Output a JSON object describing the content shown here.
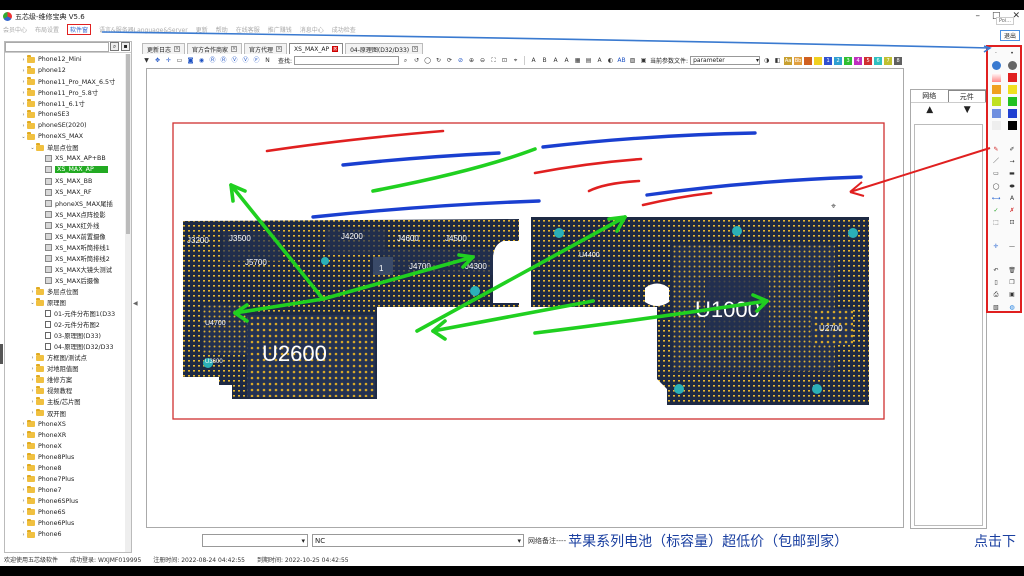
{
  "window": {
    "title": "五芯级-维修宝典 V5.6",
    "popup_tip": "Poi..."
  },
  "menu": {
    "items": [
      "会员中心",
      "布局设置",
      "软件窗",
      "语言&服务器Language&Server",
      "更新",
      "帮助",
      "在线客服",
      "推广赚钱",
      "消息中心",
      "成功检查"
    ],
    "exit_label": "退出"
  },
  "tree": {
    "items": [
      {
        "label": "Phone12_Mini",
        "indent": 2,
        "type": "folder",
        "expand": ">"
      },
      {
        "label": "phone12",
        "indent": 2,
        "type": "folder",
        "expand": ">"
      },
      {
        "label": "Phone11_Pro_MAX_6.5寸",
        "indent": 2,
        "type": "folder",
        "expand": ">"
      },
      {
        "label": "Phone11_Pro_5.8寸",
        "indent": 2,
        "type": "folder",
        "expand": ">"
      },
      {
        "label": "Phone11_6.1寸",
        "indent": 2,
        "type": "folder",
        "expand": ">"
      },
      {
        "label": "PhoneSE3",
        "indent": 2,
        "type": "folder",
        "expand": ">"
      },
      {
        "label": "phoneSE(2020)",
        "indent": 2,
        "type": "folder",
        "expand": ">"
      },
      {
        "label": "PhoneXS_MAX",
        "indent": 2,
        "type": "folder",
        "expand": "v"
      },
      {
        "label": "单层点位图",
        "indent": 3,
        "type": "folder",
        "expand": "v"
      },
      {
        "label": "XS_MAX_AP+BB",
        "indent": 4,
        "type": "file",
        "expand": ""
      },
      {
        "label": "XS_MAX_AP",
        "indent": 4,
        "type": "file",
        "expand": "",
        "selected": true
      },
      {
        "label": "XS_MAX_BB",
        "indent": 4,
        "type": "file",
        "expand": ""
      },
      {
        "label": "XS_MAX_RF",
        "indent": 4,
        "type": "file",
        "expand": ""
      },
      {
        "label": "phoneXS_MAX尾插",
        "indent": 4,
        "type": "file",
        "expand": ""
      },
      {
        "label": "XS_MAX点阵投影",
        "indent": 4,
        "type": "file",
        "expand": ""
      },
      {
        "label": "XS_MAX红外线",
        "indent": 4,
        "type": "file",
        "expand": ""
      },
      {
        "label": "XS_MAX前置摄像",
        "indent": 4,
        "type": "file",
        "expand": ""
      },
      {
        "label": "XS_MAX听筒排线1",
        "indent": 4,
        "type": "file",
        "expand": ""
      },
      {
        "label": "XS_MAX听筒排线2",
        "indent": 4,
        "type": "file",
        "expand": ""
      },
      {
        "label": "XS_MAX大镜头测试",
        "indent": 4,
        "type": "file",
        "expand": ""
      },
      {
        "label": "XS_MAX后摄像",
        "indent": 4,
        "type": "file",
        "expand": ""
      },
      {
        "label": "多层点位图",
        "indent": 3,
        "type": "folder",
        "expand": ">"
      },
      {
        "label": "原理图",
        "indent": 3,
        "type": "folder",
        "expand": "v"
      },
      {
        "label": "01-元件分布图1(D33",
        "indent": 4,
        "type": "doc",
        "expand": ""
      },
      {
        "label": "02-元件分布图2",
        "indent": 4,
        "type": "doc",
        "expand": ""
      },
      {
        "label": "03-原理图(D33)",
        "indent": 4,
        "type": "doc",
        "expand": ""
      },
      {
        "label": "04-原理图(D32/D33",
        "indent": 4,
        "type": "doc",
        "expand": ""
      },
      {
        "label": "方框图/测试点",
        "indent": 3,
        "type": "folder",
        "expand": ">"
      },
      {
        "label": "对地阻值图",
        "indent": 3,
        "type": "folder",
        "expand": ">"
      },
      {
        "label": "维修方案",
        "indent": 3,
        "type": "folder",
        "expand": ">"
      },
      {
        "label": "视频教程",
        "indent": 3,
        "type": "folder",
        "expand": ">"
      },
      {
        "label": "主板/芯片图",
        "indent": 3,
        "type": "folder",
        "expand": ">"
      },
      {
        "label": "双开图",
        "indent": 3,
        "type": "folder",
        "expand": ">"
      },
      {
        "label": "PhoneXS",
        "indent": 2,
        "type": "folder",
        "expand": ">"
      },
      {
        "label": "PhoneXR",
        "indent": 2,
        "type": "folder",
        "expand": ">"
      },
      {
        "label": "PhoneX",
        "indent": 2,
        "type": "folder",
        "expand": ">"
      },
      {
        "label": "Phone8Plus",
        "indent": 2,
        "type": "folder",
        "expand": ">"
      },
      {
        "label": "Phone8",
        "indent": 2,
        "type": "folder",
        "expand": ">"
      },
      {
        "label": "Phone7Plus",
        "indent": 2,
        "type": "folder",
        "expand": ">"
      },
      {
        "label": "Phone7",
        "indent": 2,
        "type": "folder",
        "expand": ">"
      },
      {
        "label": "Phone6SPlus",
        "indent": 2,
        "type": "folder",
        "expand": ">"
      },
      {
        "label": "Phone6S",
        "indent": 2,
        "type": "folder",
        "expand": ">"
      },
      {
        "label": "Phone6Plus",
        "indent": 2,
        "type": "folder",
        "expand": ">"
      },
      {
        "label": "Phone6",
        "indent": 2,
        "type": "folder",
        "expand": ">"
      }
    ]
  },
  "tabs": [
    {
      "label": "更新日志",
      "active": false
    },
    {
      "label": "官方合作商家",
      "active": false
    },
    {
      "label": "官方代理",
      "active": false
    },
    {
      "label": "XS_MAX_AP",
      "active": true
    },
    {
      "label": "04-原理图(D32/D33)",
      "active": false
    }
  ],
  "toolbar": {
    "find_label": "查找:",
    "param_label": "当前参数文件:",
    "param_value": "parameter",
    "icons": [
      "cursor-icon",
      "move-icon",
      "pan-icon",
      "select-icon",
      "layer-icon",
      "R",
      "R",
      "V",
      "V",
      "F",
      "N"
    ],
    "swatches": [
      {
        "label": "Aa",
        "color": "#c8a030"
      },
      {
        "label": "Bb",
        "color": "#e0a040"
      },
      {
        "label": "",
        "color": "#d06020"
      },
      {
        "label": "",
        "color": "#f0d020"
      },
      {
        "label": "1",
        "color": "#3050d0"
      },
      {
        "label": "2",
        "color": "#30a0d0"
      },
      {
        "label": "3",
        "color": "#30c030"
      },
      {
        "label": "4",
        "color": "#c030c0"
      },
      {
        "label": "5",
        "color": "#d03030"
      },
      {
        "label": "6",
        "color": "#30c0c0"
      },
      {
        "label": "7",
        "color": "#c0c030"
      },
      {
        "label": "8",
        "color": "#606060"
      }
    ]
  },
  "board": {
    "labels": {
      "u2600": "U2600",
      "u1000": "U1000",
      "j3200": "J3200",
      "j3500": "J3500",
      "j4200": "J4200",
      "j4600": "J4600",
      "j4500": "J4500",
      "j4700": "J4700",
      "j4300": "J4300",
      "j5700": "J5700",
      "u4700": "U4700",
      "u2700": "U2700",
      "u3600": "U3600",
      "u4400": "U4400",
      "one": "1"
    }
  },
  "netpanel": {
    "tabs": [
      "网络",
      "元件"
    ],
    "up_icon": "▲",
    "down_icon": "▼"
  },
  "bottombar": {
    "net_value": "NC",
    "net_note_label": "网络备注----",
    "promo_text": "苹果系列电池（标容量）超低价（包邮到家）",
    "click_more": "点击下"
  },
  "statusbar": {
    "welcome": "欢迎使用五芯级软件",
    "login": "成功登录: WXJMF019995",
    "reg_time": "注册时间: 2022-08-24 04:42:55",
    "expire_time": "到期时间: 2022-10-25 04:42:55"
  },
  "colors": {
    "board": "#1e2a44",
    "pad": "#e8b830",
    "annot_red": "#e02020",
    "annot_blue": "#1a3fd0",
    "annot_green": "#20d020",
    "selected": "#22aa22"
  }
}
